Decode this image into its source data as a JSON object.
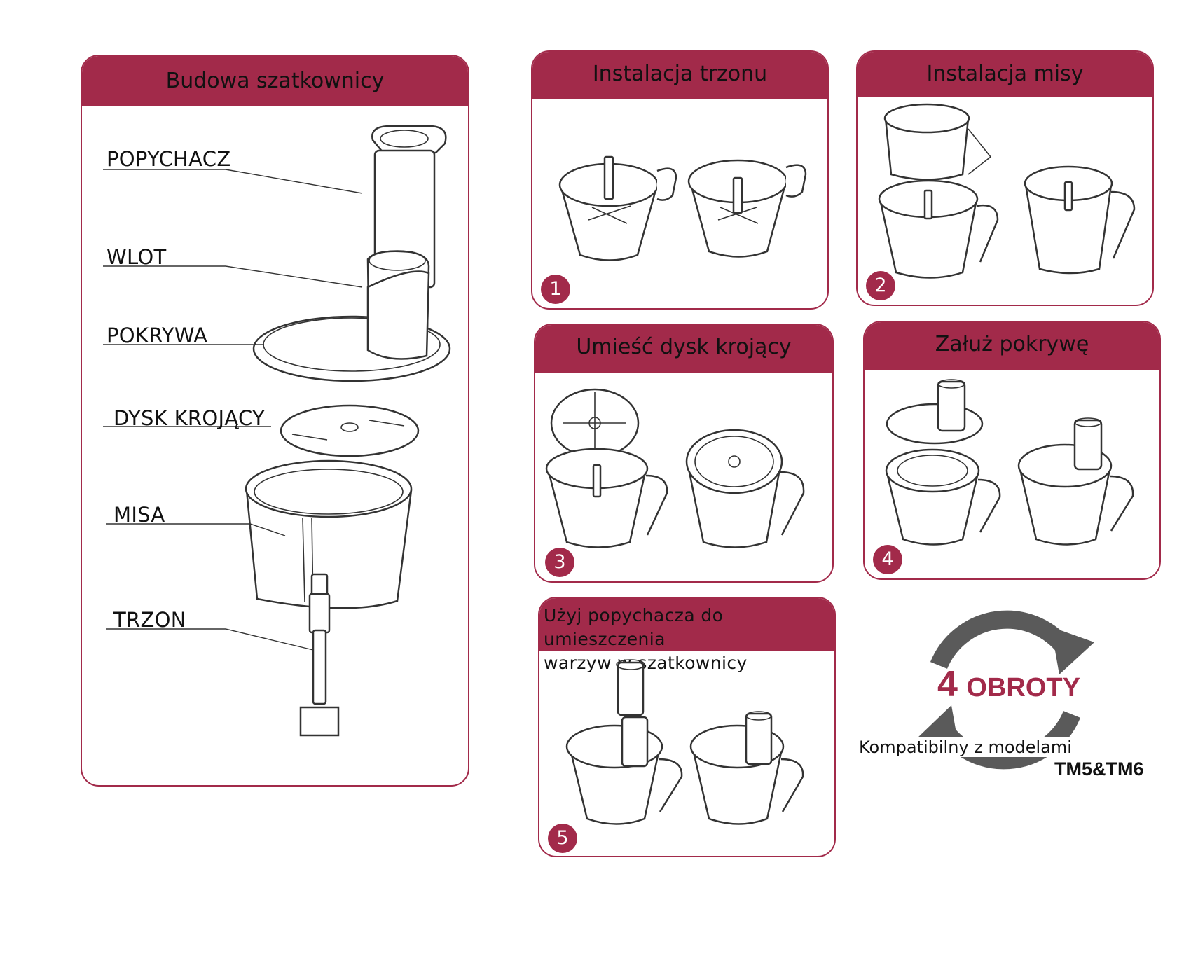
{
  "structure_panel": {
    "title": "Budowa szatkownicy",
    "parts": [
      "POPYCHACZ",
      "WLOT",
      "POKRYWA",
      "DYSK KROJĄCY",
      "MISA",
      "TRZON"
    ]
  },
  "steps": [
    {
      "number": "1",
      "title": "Instalacja trzonu"
    },
    {
      "number": "2",
      "title": "Instalacja misy"
    },
    {
      "number": "3",
      "title": "Umieść dysk krojący"
    },
    {
      "number": "4",
      "title": "Załuż pokrywę"
    },
    {
      "number": "5",
      "title_line1": "Użyj popychacza do umieszczenia",
      "title_line2": "warzyw w szatkownicy"
    }
  ],
  "badge": {
    "rotations_number": "4",
    "rotations_text": "OBROTY",
    "compat_text": "Kompatibilny z modelami",
    "models": "TM5&TM6"
  },
  "colors": {
    "accent": "#a22a4a",
    "arrow": "#5a5a5a",
    "line_art": "#333333"
  }
}
